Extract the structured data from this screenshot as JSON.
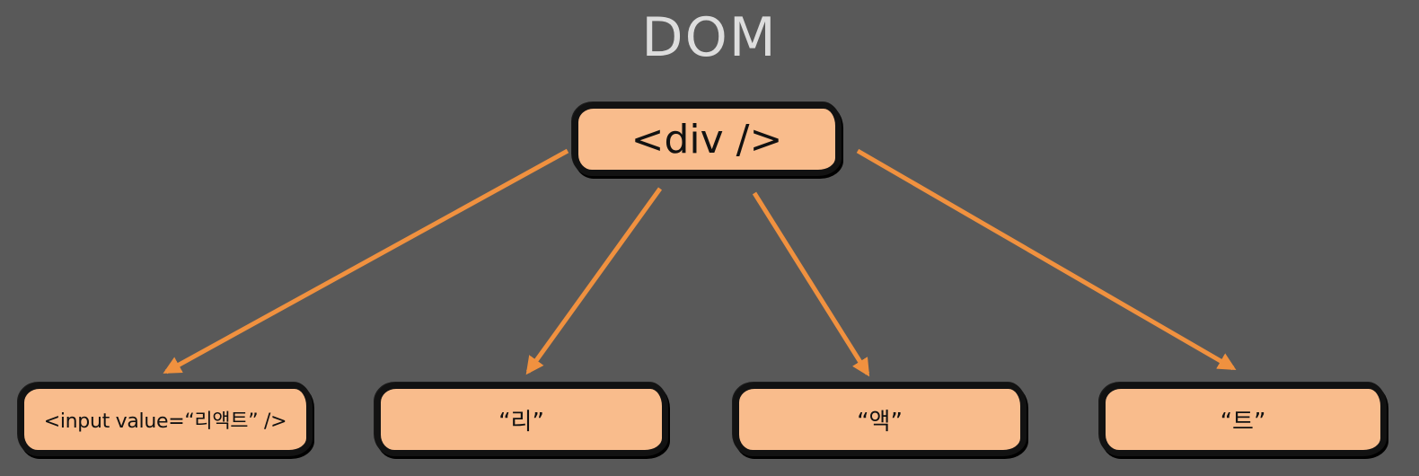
{
  "diagram": {
    "title": "DOM",
    "root": {
      "label": "<div />"
    },
    "children": [
      {
        "label": "<input value=“리액트” />"
      },
      {
        "label": "“리”"
      },
      {
        "label": "“액”"
      },
      {
        "label": "“트”"
      }
    ],
    "colors": {
      "background": "#595959",
      "node_fill": "#f9bc8c",
      "node_border": "#121212",
      "arrow": "#f0913f",
      "title": "#dddddd"
    }
  }
}
